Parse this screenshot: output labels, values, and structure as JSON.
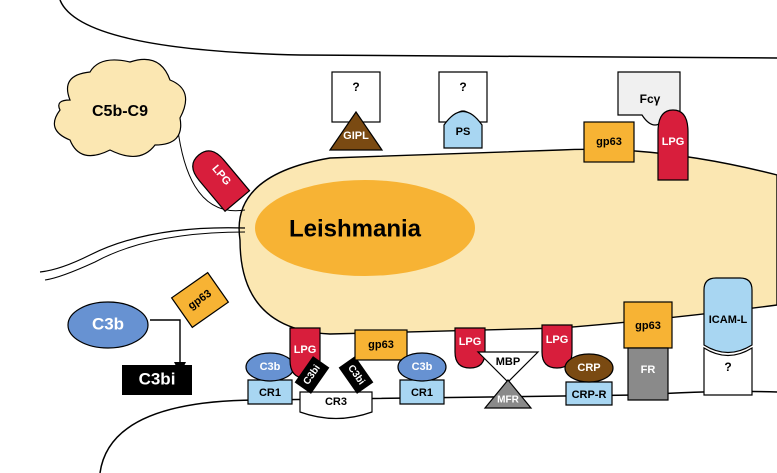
{
  "title": "Leishmania",
  "complement": {
    "c5b_c9": "C5b-C9",
    "c3b": "C3b",
    "c3bi": "C3bi"
  },
  "top_receptors": [
    {
      "id": "gipl",
      "receptor": "?",
      "ligand": "GIPL"
    },
    {
      "id": "ps",
      "receptor": "?",
      "ligand": "PS"
    },
    {
      "id": "fc",
      "receptor": "Fcγ"
    }
  ],
  "top_ligands": [
    "gp63",
    "LPG"
  ],
  "surface_labels": {
    "lpg_flagellar": "LPG",
    "gp63_left": "gp63",
    "gp63_right": "gp63",
    "icam": "ICAM-L",
    "icam_receptor": "?",
    "fr": "FR"
  },
  "bottom": {
    "c3b": "C3b",
    "cr1": "CR1",
    "lpg": "LPG",
    "c3bi": "C3bi",
    "cr3": "CR3",
    "gp63": "gp63",
    "mbp": "MBP",
    "mfr": "MFR",
    "crp": "CRP",
    "crp_r": "CRP-R"
  },
  "colors": {
    "parasite": "#fbe7b2",
    "nucleus": "#f7b334",
    "lpg": "#d81e3c",
    "gp63": "#f7b334",
    "blue": "#6792d2",
    "lightblue": "#a8d6f2",
    "brown": "#7a4a12",
    "grey": "#8a8a8a",
    "cloud": "#fbe7b2"
  }
}
